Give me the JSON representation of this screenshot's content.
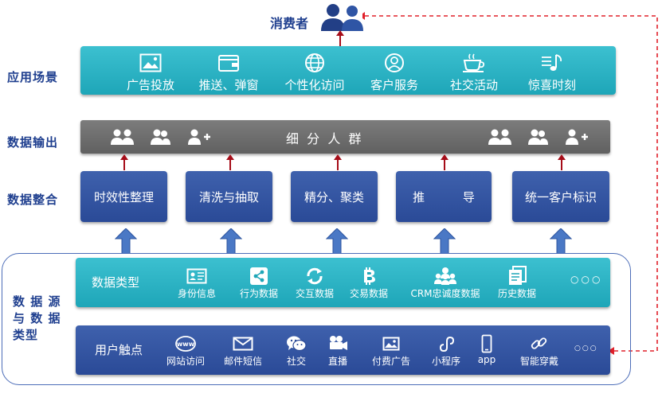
{
  "consumer": {
    "label": "消费者"
  },
  "rows": {
    "scenes": "应用场景",
    "output": "数据输出",
    "integration": "数据整合",
    "sources": [
      "数 据 源",
      "与 数 据",
      "类型"
    ]
  },
  "scenes": [
    {
      "label": "广告投放",
      "icon": "image-icon"
    },
    {
      "label": "推送、弹窗",
      "icon": "wallet-icon"
    },
    {
      "label": "个性化访问",
      "icon": "globe-icon"
    },
    {
      "label": "客户服务",
      "icon": "user-icon"
    },
    {
      "label": "社交活动",
      "icon": "coffee-cup-icon"
    },
    {
      "label": "惊喜时刻",
      "icon": "music-note-icon"
    }
  ],
  "output": {
    "center": "细  分  人  群"
  },
  "integration": [
    "时效性整理",
    "清洗与抽取",
    "精分、聚类",
    "推          导",
    "统一客户标识"
  ],
  "data_types": {
    "title": "数据类型",
    "items": [
      {
        "label": "身份信息",
        "icon": "id-card-icon"
      },
      {
        "label": "行为数据",
        "icon": "share-icon"
      },
      {
        "label": "交互数据",
        "icon": "refresh-icon"
      },
      {
        "label": "交易数据",
        "icon": "bitcoin-icon"
      },
      {
        "label": "CRM忠诚度数据",
        "icon": "group-icon"
      },
      {
        "label": "历史数据",
        "icon": "documents-icon"
      }
    ],
    "more": "○○○"
  },
  "touchpoints": {
    "title": "用户触点",
    "items": [
      {
        "label": "网站访问",
        "icon": "www-icon",
        "glyph": "www"
      },
      {
        "label": "邮件短信",
        "icon": "envelope-icon"
      },
      {
        "label": "社交",
        "icon": "wechat-icon"
      },
      {
        "label": "直播",
        "icon": "video-camera-icon"
      },
      {
        "label": "付费广告",
        "icon": "picture-icon"
      },
      {
        "label": "小程序",
        "icon": "mini-program-icon"
      },
      {
        "label": "app",
        "icon": "phone-icon"
      },
      {
        "label": "智能穿戴",
        "icon": "link-icon"
      }
    ],
    "more": "○○○"
  },
  "colors": {
    "teal": "#22a9bb",
    "gray": "#6d6d6d",
    "navy": "#2d4c99",
    "arrow_red": "#a60c18",
    "arrow_blue": "#4a78c5",
    "label_blue": "#1f3f8f",
    "dashed_red": "#e0202a"
  }
}
